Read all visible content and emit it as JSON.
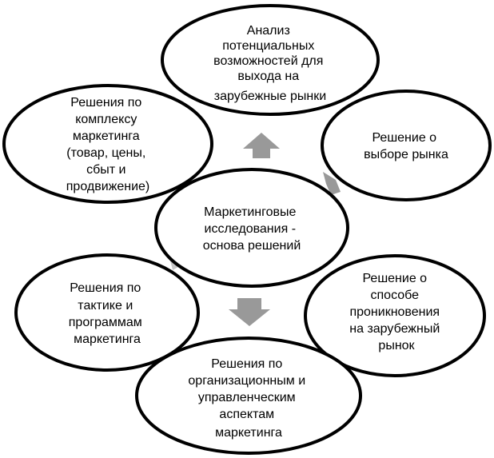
{
  "colors": {
    "node_fill": "#ffffff",
    "node_stroke": "#000000",
    "arrow": "#999999",
    "arrow_light": "#c8c8c8",
    "text": "#000000"
  },
  "nodes": {
    "top": {
      "lines": [
        "Анализ",
        "потенциальных",
        "возможностей для",
        "выхода на",
        "зарубежные рынки"
      ]
    },
    "right_top": {
      "lines": [
        "Решение о",
        "выборе рынка"
      ]
    },
    "right_bottom": {
      "lines": [
        "Решение о",
        "способе",
        "проникновения",
        "на зарубежный",
        "рынок"
      ]
    },
    "bottom": {
      "lines": [
        "Решения по",
        "организационным и",
        "управленческим",
        "аспектам",
        "маркетинга"
      ]
    },
    "left_bottom": {
      "lines": [
        "Решения по",
        "тактике и",
        "программам",
        "маркетинга"
      ]
    },
    "left_top": {
      "lines": [
        "Решения по",
        "комплексу",
        "маркетинга",
        "(товар, цены,",
        "сбыт и",
        "продвижение)"
      ]
    },
    "center": {
      "lines": [
        "Маркетинговые",
        "исследования -",
        "основа решений"
      ]
    }
  }
}
